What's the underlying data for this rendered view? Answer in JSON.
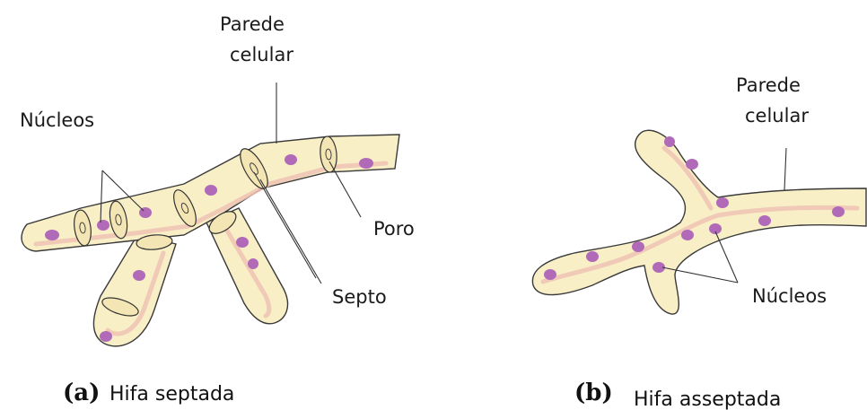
{
  "panel_a": {
    "letter": "(a)",
    "caption": "Hifa septada",
    "labels": {
      "cell_wall_line1": "Parede",
      "cell_wall_line2": "celular",
      "nuclei": "Núcleos",
      "pore": "Poro",
      "septum": "Septo"
    }
  },
  "panel_b": {
    "letter": "(b)",
    "caption": "Hifa asseptada",
    "labels": {
      "cell_wall_line1": "Parede",
      "cell_wall_line2": "celular",
      "nuclei": "Núcleos"
    }
  },
  "colors": {
    "cytoplasm": "#f8efc6",
    "nucleus": "#b06ab8",
    "inner_membrane": "#efc2b4",
    "outline": "#3a3a3a"
  }
}
